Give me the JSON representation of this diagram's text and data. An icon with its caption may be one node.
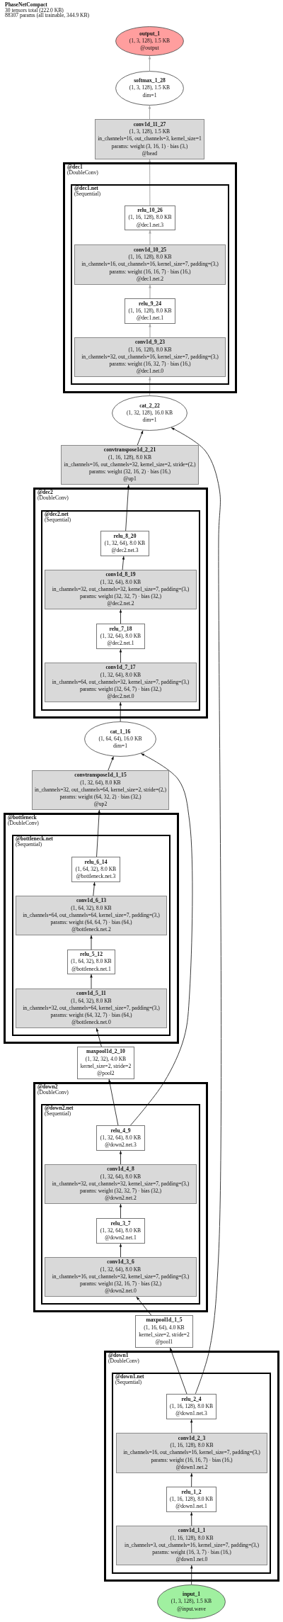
{
  "diagram": {
    "title": "PhaseNetCompact",
    "labels": [
      "30 tensors total (222.0 KB)",
      "88307 params (all trainable, 344.9 KB)"
    ],
    "nodes": [
      {
        "text": [
          "output_1",
          "(1, 3, 128), 1.5 KB",
          "@output"
        ]
      },
      {
        "text": [
          "softmax_1_28",
          "(1, 3, 128), 1.5 KB",
          "dim=1"
        ]
      },
      {
        "text": [
          "conv1d_11_27",
          "(1, 3, 128), 1.5 KB",
          "in_channels=16, out_channels=3, kernel_size=1",
          "params: weight (3, 16, 1) · bias (3,)",
          "@head"
        ]
      },
      {
        "text": [
          "@dec1",
          "(DoubleConv)"
        ]
      },
      {
        "text": [
          "@dec1.net",
          "(Sequential)"
        ],
        "in": 3
      },
      {
        "text": [
          "relu_10_26",
          "(1, 16, 128), 8.0 KB",
          "@dec1.net.3"
        ],
        "in": 4
      },
      {
        "text": [
          "conv1d_10_25",
          "(1, 16, 128), 8.0 KB",
          "in_channels=16, out_channels=16, kernel_size=7, padding=(3,)",
          "params: weight (16, 16, 7) · bias (16,)",
          "@dec1.net.2"
        ],
        "in": 4
      },
      {
        "text": [
          "relu_9_24",
          "(1, 16, 128), 8.0 KB",
          "@dec1.net.1"
        ],
        "in": 4
      },
      {
        "text": [
          "conv1d_9_23",
          "(1, 16, 128), 8.0 KB",
          "in_channels=32, out_channels=16, kernel_size=7, padding=(3,)",
          "params: weight (16, 32, 7) · bias (16,)",
          "@dec1.net.0"
        ],
        "in": 4
      },
      {
        "text": [
          "cat_2_22",
          "(1, 32, 128), 16.0 KB",
          "dim=1"
        ]
      },
      {
        "text": [
          "convtranspose1d_2_21",
          "(1, 16, 128), 8.0 KB",
          "in_channels=16, out_channels=32, kernel_size=2, stride=(2,)",
          "params: weight (32, 16, 2) · bias (16,)",
          "@up1"
        ]
      },
      {
        "text": [
          "@dec2",
          "(DoubleConv)"
        ]
      },
      {
        "text": [
          "@dec2.net",
          "(Sequential)"
        ],
        "in": 11
      },
      {
        "text": [
          "relu_8_20",
          "(1, 32, 64), 8.0 KB",
          "@dec2.net.3"
        ],
        "in": 12
      },
      {
        "text": [
          "conv1d_8_19",
          "(1, 32, 64), 8.0 KB",
          "in_channels=32, out_channels=32, kernel_size=7, padding=(3,)",
          "params: weight (32, 32, 7) · bias (32,)",
          "@dec2.net.2"
        ],
        "in": 12
      },
      {
        "text": [
          "relu_7_18",
          "(1, 32, 64), 8.0 KB",
          "@dec2.net.1"
        ],
        "in": 12
      },
      {
        "text": [
          "conv1d_7_17",
          "(1, 32, 64), 8.0 KB",
          "in_channels=64, out_channels=32, kernel_size=7, padding=(3,)",
          "params: weight (32, 64, 7) · bias (32,)",
          "@dec2.net.0"
        ],
        "in": 12
      },
      {
        "text": [
          "cat_1_16",
          "(1, 64, 64), 16.0 KB",
          "dim=1"
        ]
      },
      {
        "text": [
          "convtranspose1d_1_15",
          "(1, 32, 64), 8.0 KB",
          "in_channels=32, out_channels=64, kernel_size=2, stride=(2,)",
          "params: weight (64, 32, 2) · bias (32,)",
          "@up2"
        ]
      },
      {
        "text": [
          "@bottleneck",
          "(DoubleConv)"
        ]
      },
      {
        "text": [
          "@bottleneck.net",
          "(Sequential)"
        ],
        "in": 19
      },
      {
        "text": [
          "relu_6_14",
          "(1, 64, 32), 8.0 KB",
          "@bottleneck.net.3"
        ],
        "in": 20
      },
      {
        "text": [
          "conv1d_6_13",
          "(1, 64, 32), 8.0 KB",
          "in_channels=64, out_channels=64, kernel_size=7, padding=(3,)",
          "params: weight (64, 64, 7) · bias (64,)",
          "@bottleneck.net.2"
        ],
        "in": 20
      },
      {
        "text": [
          "relu_5_12",
          "(1, 64, 32), 8.0 KB",
          "@bottleneck.net.1"
        ],
        "in": 20
      },
      {
        "text": [
          "conv1d_5_11",
          "(1, 64, 32), 8.0 KB",
          "in_channels=32, out_channels=64, kernel_size=7, padding=(3,)",
          "params: weight (64, 32, 7) · bias (64,)",
          "@bottleneck.net.0"
        ],
        "in": 20
      },
      {
        "text": [
          "maxpool1d_2_10",
          "(1, 32, 32), 4.0 KB",
          "kernel_size=2, stride=2",
          "@pool2"
        ]
      },
      {
        "text": [
          "@down2",
          "(DoubleConv)"
        ]
      },
      {
        "text": [
          "@down2.net",
          "(Sequential)"
        ],
        "in": 26
      },
      {
        "text": [
          "relu_4_9",
          "(1, 32, 64), 8.0 KB",
          "@down2.net.3"
        ],
        "in": 27
      },
      {
        "text": [
          "conv1d_4_8",
          "(1, 32, 64), 8.0 KB",
          "in_channels=32, out_channels=32, kernel_size=7, padding=(3,)",
          "params: weight (32, 32, 7) · bias (32,)",
          "@down2.net.2"
        ],
        "in": 27
      },
      {
        "text": [
          "relu_3_7",
          "(1, 32, 64), 8.0 KB",
          "@down2.net.1"
        ],
        "in": 27
      },
      {
        "text": [
          "conv1d_3_6",
          "(1, 32, 64), 8.0 KB",
          "in_channels=16, out_channels=32, kernel_size=7, padding=(3,)",
          "params: weight (32, 16, 7) · bias (32,)",
          "@down2.net.0"
        ],
        "in": 27
      },
      {
        "text": [
          "maxpool1d_1_5",
          "(1, 16, 64), 4.0 KB",
          "kernel_size=2, stride=2",
          "@pool1"
        ]
      },
      {
        "text": [
          "@down1",
          "(DoubleConv)"
        ]
      },
      {
        "text": [
          "@down1.net",
          "(Sequential)"
        ],
        "in": 33
      },
      {
        "text": [
          "relu_2_4",
          "(1, 16, 128), 8.0 KB",
          "@down1.net.3"
        ],
        "in": 34
      },
      {
        "text": [
          "conv1d_2_3",
          "(1, 16, 128), 8.0 KB",
          "in_channels=16, out_channels=16, kernel_size=7, padding=(3,)",
          "params: weight (16, 16, 7) · bias (16,)",
          "@down1.net.2"
        ],
        "in": 34
      },
      {
        "text": [
          "relu_1_2",
          "(1, 16, 128), 8.0 KB",
          "@down1.net.1"
        ],
        "in": 34
      },
      {
        "text": [
          "conv1d_1_1",
          "(1, 16, 128), 8.0 KB",
          "in_channels=3, out_channels=16, kernel_size=7, padding=(3,)",
          "params: weight (16, 3, 7) · bias (16,)",
          "@down1.net.0"
        ],
        "in": 34
      },
      {
        "text": [
          "input_1",
          "(1, 3, 128), 1.5 KB",
          "@input.wave"
        ]
      }
    ],
    "edges": [
      {
        "from": 39,
        "to": 38,
        "arrow": "to"
      },
      {
        "from": 38,
        "to": 37,
        "arrow": "to"
      },
      {
        "from": 37,
        "to": 36,
        "arrow": "to"
      },
      {
        "from": 36,
        "to": 35,
        "arrow": "to"
      },
      {
        "from": 35,
        "to": 32,
        "arrow": "to"
      },
      {
        "from": 35,
        "to": 9,
        "arrow": "to"
      },
      {
        "from": 32,
        "to": 31,
        "arrow": "to"
      },
      {
        "from": 31,
        "to": 30,
        "arrow": "to"
      },
      {
        "from": 30,
        "to": 29,
        "arrow": "to"
      },
      {
        "from": 29,
        "to": 28,
        "arrow": "to"
      },
      {
        "from": 28,
        "to": 25,
        "arrow": "to"
      },
      {
        "from": 28,
        "to": 17,
        "arrow": "to"
      },
      {
        "from": 25,
        "to": 24,
        "arrow": "to"
      },
      {
        "from": 24,
        "to": 23,
        "arrow": "to"
      },
      {
        "from": 23,
        "to": 22,
        "arrow": "to"
      },
      {
        "from": 22,
        "to": 21,
        "arrow": "to"
      },
      {
        "from": 21,
        "to": 18,
        "arrow": "to"
      },
      {
        "from": 18,
        "to": 17,
        "arrow": "to"
      },
      {
        "from": 17,
        "to": 16,
        "arrow": "to"
      },
      {
        "from": 16,
        "to": 15,
        "arrow": "to"
      },
      {
        "from": 15,
        "to": 14,
        "arrow": "to"
      },
      {
        "from": 14,
        "to": 13,
        "arrow": "to"
      },
      {
        "from": 13,
        "to": 10,
        "arrow": "to"
      },
      {
        "from": 10,
        "to": 9,
        "arrow": "to"
      },
      {
        "from": 9,
        "to": 8,
        "arrow": "to",
        "color": "#a6a6a6"
      },
      {
        "from": 8,
        "to": 7,
        "arrow": "to",
        "color": "#a6a6a6"
      },
      {
        "from": 7,
        "to": 6,
        "arrow": "to",
        "color": "#a6a6a6"
      },
      {
        "from": 6,
        "to": 5,
        "arrow": "to",
        "color": "#a6a6a6"
      },
      {
        "from": 5,
        "to": 2,
        "arrow": "to",
        "color": "#a6a6a6"
      },
      {
        "from": 2,
        "to": 1,
        "arrow": "to",
        "color": "#a6a6a6"
      },
      {
        "from": 1,
        "to": 0,
        "arrow": "to",
        "color": "#a6a6a6"
      }
    ]
  }
}
